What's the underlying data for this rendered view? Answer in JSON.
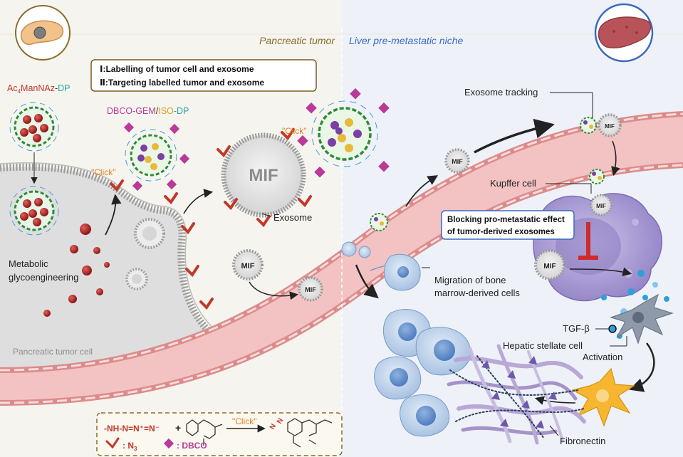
{
  "regions": {
    "pancreatic_tumor": "Pancreatic tumor",
    "liver_niche": "Liver pre-metastatic niche",
    "tumor_cell": "Pancreatic tumor cell"
  },
  "legend_box": {
    "line1": "Ⅰ:Labelling of tumor cell and exosome",
    "line2": "Ⅱ:Targeting labelled tumor and exosome"
  },
  "probe": {
    "ac_prefix": "Ac",
    "ac_sub": "4",
    "ac_main": "ManNAz",
    "ac_dash": "-",
    "ac_dp": "DP"
  },
  "nanoparticle": {
    "dbco_gem": "DBCO-GEM",
    "slash": "/",
    "iso": "ISO",
    "dash_dp": "-DP"
  },
  "labels": {
    "click1": "\"Click\"",
    "click2": "\"Click\"",
    "click3": "\"Click\"",
    "metabolic_line1": "Metabolic",
    "metabolic_line2": "glycoengineering",
    "exosome": "Exosome",
    "mif": "MIF",
    "exosome_tracking": "Exosome tracking",
    "kupffer": "Kupffer cell",
    "blocking_line1": "Blocking pro-metastatic effect",
    "blocking_line2": "of tumor-derived exosomes",
    "migration_line1": "Migration of bone",
    "migration_line2": "marrow-derived cells",
    "tgf": "TGF-β",
    "hsc": "Hepatic stellate cell",
    "activation": "Activation",
    "fibronectin": "Fibronectin"
  },
  "chemistry": {
    "azide": "-NH-N=N⁺=N⁻",
    "plus": "+",
    "n3_legend": ": N",
    "n3_sub": "3",
    "dbco_legend": ": DBCO",
    "product_n": "N",
    "product_n2": "N"
  },
  "colors": {
    "tumor_bg": "#f6f4ee",
    "liver_bg": "#eef2f8",
    "vessel": "#f3c3c3",
    "azide_red": "#c0392b",
    "dbco_purple": "#b93a98",
    "click_orange": "#e67e22",
    "nanoparticle_green": "#2e8b3a",
    "kupffer_purple": "#a99ad2",
    "hsc_grey": "#8e9aaa",
    "activated_yellow": "#f6b62f",
    "tgf_blue": "#2e9fd8"
  }
}
